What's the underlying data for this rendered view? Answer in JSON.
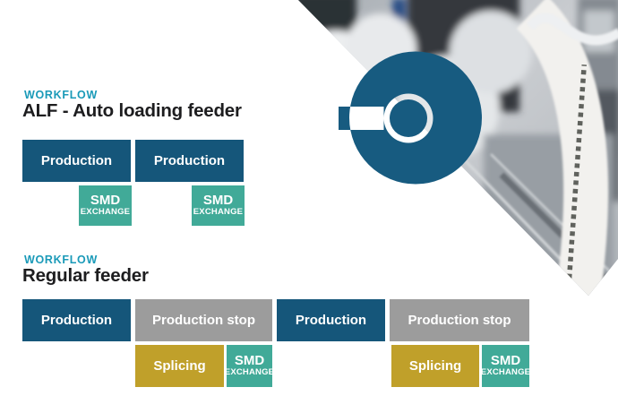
{
  "alf": {
    "eyebrow": "WORKFLOW",
    "title": "ALF - Auto loading feeder",
    "blocks": {
      "production_1": "Production",
      "production_2": "Production",
      "smd_1": {
        "line1": "SMD",
        "line2": "EXCHANGE"
      },
      "smd_2": {
        "line1": "SMD",
        "line2": "EXCHANGE"
      }
    }
  },
  "regular": {
    "eyebrow": "WORKFLOW",
    "title": "Regular feeder",
    "blocks": {
      "production_1": "Production",
      "stop_1": "Production stop",
      "production_2": "Production",
      "stop_2": "Production stop",
      "splicing_1": "Splicing",
      "smd_1": {
        "line1": "SMD",
        "line2": "EXCHANGE"
      },
      "splicing_2": "Splicing",
      "smd_2": {
        "line1": "SMD",
        "line2": "EXCHANGE"
      }
    }
  },
  "colors": {
    "accent_teal": "#1a9ab8",
    "production_dark": "#15567a",
    "stop_gray": "#9c9c9c",
    "smd_teal": "#41aa98",
    "splicing_gold": "#c0a02a",
    "heading_dark": "#1d1d1f",
    "logo_blue": "#175b80"
  },
  "icons": {
    "logo": "reel-ring-logo",
    "photo": "smt-feeder-reels-photo"
  }
}
